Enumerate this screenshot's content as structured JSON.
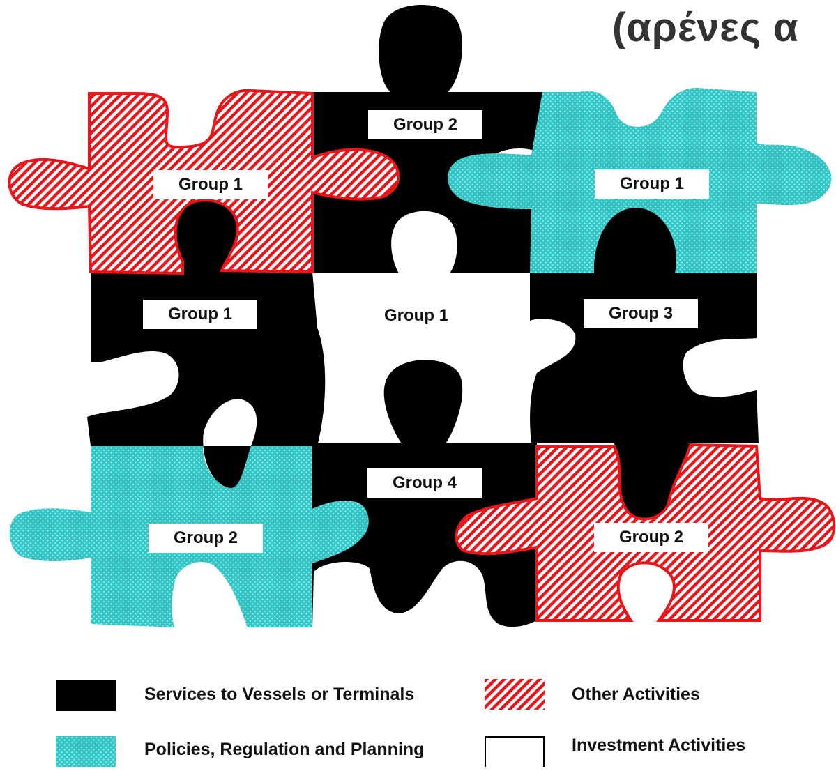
{
  "title": "(αρένες α",
  "pieces": [
    {
      "id": "top-left",
      "label": "Group 1",
      "category": "Other Activities"
    },
    {
      "id": "top-center",
      "label": "Group 2",
      "category": "Services to Vessels or Terminals"
    },
    {
      "id": "top-right",
      "label": "Group 1",
      "category": "Policies, Regulation and Planning"
    },
    {
      "id": "middle-left",
      "label": "Group 1",
      "category": "Services to Vessels or Terminals"
    },
    {
      "id": "middle-center",
      "label": "Group 1",
      "category": "Investment Activities"
    },
    {
      "id": "middle-right",
      "label": "Group 3",
      "category": "Services to Vessels or Terminals"
    },
    {
      "id": "bottom-left",
      "label": "Group 2",
      "category": "Policies, Regulation and Planning"
    },
    {
      "id": "bottom-center",
      "label": "Group 4",
      "category": "Services to Vessels or Terminals"
    },
    {
      "id": "bottom-right",
      "label": "Group 2",
      "category": "Other Activities"
    }
  ],
  "legend": [
    {
      "label": "Services to Vessels or Terminals",
      "fill": "black",
      "color": "#000000"
    },
    {
      "label": "Policies, Regulation and Planning",
      "fill": "dots",
      "color": "#33C6C6"
    },
    {
      "label": "Other Activities",
      "fill": "stripes",
      "color": "#E8161B"
    },
    {
      "label": "Investment Activities",
      "fill": "outline",
      "color": "#000000"
    }
  ],
  "colors": {
    "black": "#000000",
    "teal": "#33C6C6",
    "red": "#E8161B",
    "white": "#FFFFFF"
  }
}
